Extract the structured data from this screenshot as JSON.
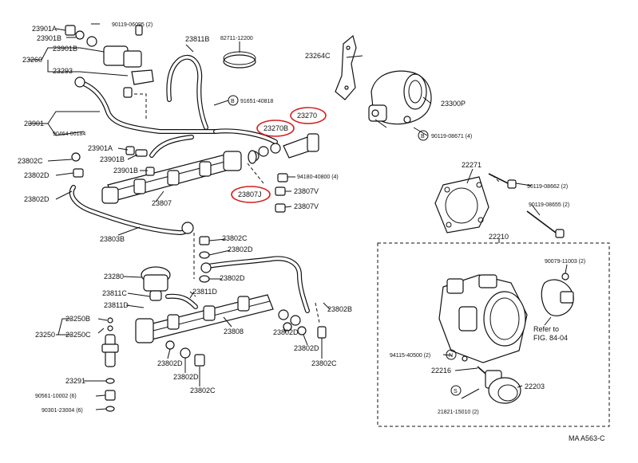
{
  "labels": {
    "l23901a": "23901A",
    "l23901b_top": "23901B",
    "l90119_06095": "90119-06095 (2)",
    "l23811b": "23811B",
    "l82711": "82711-12200",
    "l23260": "23260",
    "l23901b_mid": "23901B",
    "l23293": "23293",
    "l23264c": "23264C",
    "l91651": "91651-40818",
    "l23300p": "23300P",
    "l23270": "23270",
    "l23270b": "23270B",
    "l23901": "23901",
    "l90464": "90464-00184",
    "l90119_08671": "90119-08671 (4)",
    "l23901a_mid": "23901A",
    "l23901b_low": "23901B",
    "l23901b_low2": "23901B",
    "l23802c_left": "23802C",
    "l23802d_left": "23802D",
    "l23802d_left2": "23802D",
    "l23807": "23807",
    "l94180": "94180-40800 (4)",
    "l23807v_1": "23807V",
    "l23807j": "23807J",
    "l23807v_2": "23807V",
    "l22271": "22271",
    "l90119_08662": "90119-08662 (2)",
    "l90119_08655": "90119-08655 (2)",
    "l23803b": "23803B",
    "l23802c_mid": "23802C",
    "l23802d_mid": "23802D",
    "l22210": "22210",
    "l23280": "23280",
    "l23802d_mid2": "23802D",
    "l90079": "90079-11003 (2)",
    "l23811c": "23811C",
    "l23811d_a": "23811D",
    "l23811d_b": "23811D",
    "l23802b": "23802B",
    "l23250b": "23250B",
    "l23250": "23250",
    "l23250c": "23250C",
    "l23808": "23808",
    "l23802d_r1": "23802D",
    "l23802d_r2": "23802D",
    "l23802d_bot1": "23802D",
    "l23802d_bot2": "23802D",
    "l23802c_r": "23802C",
    "l23802c_bot": "23802C",
    "l94115": "94115-40500 (2)",
    "l22216": "22216",
    "l23291": "23291",
    "l90561": "90561-10002 (6)",
    "l90301": "90301-23004 (6)",
    "l22203": "22203",
    "l21821": "21821-15010 (2)",
    "refer_1": "Refer to",
    "refer_2": "FIG. 84-04",
    "circle_b1": "B",
    "circle_b2": "B",
    "circle_n": "N",
    "circle_s": "S",
    "code": "MA A563-C"
  },
  "highlight_color": "#d42020"
}
